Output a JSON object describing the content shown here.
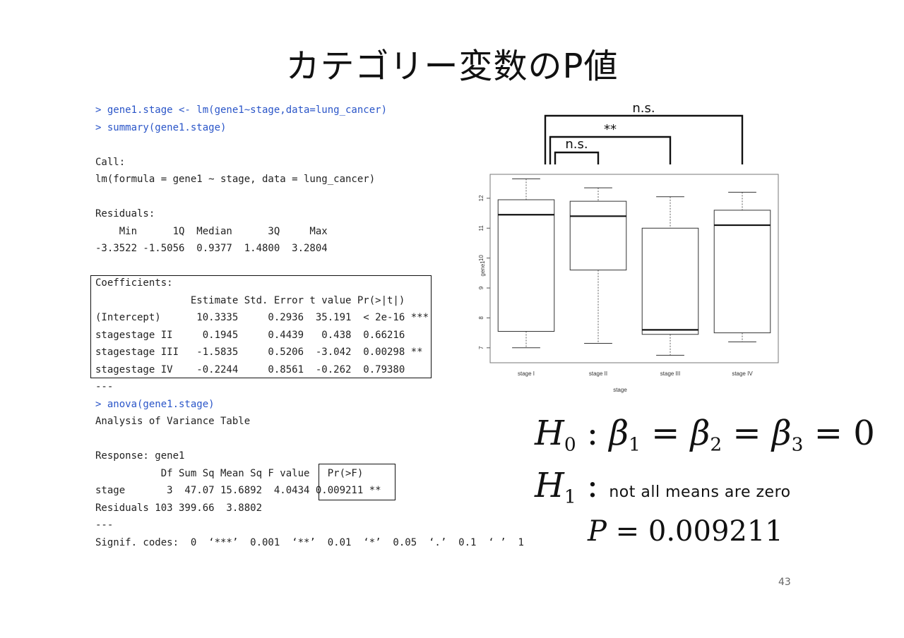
{
  "slide": {
    "title": "カテゴリー変数のP値",
    "page_number": "43"
  },
  "console": {
    "lines": [
      {
        "text": "> gene1.stage <- lm(gene1~stage,data=lung_cancer)",
        "cmd": true
      },
      {
        "text": "> summary(gene1.stage)",
        "cmd": true
      },
      {
        "text": "",
        "cmd": false
      },
      {
        "text": "Call:",
        "cmd": false
      },
      {
        "text": "lm(formula = gene1 ~ stage, data = lung_cancer)",
        "cmd": false
      },
      {
        "text": "",
        "cmd": false
      },
      {
        "text": "Residuals:",
        "cmd": false
      },
      {
        "text": "    Min      1Q  Median      3Q     Max ",
        "cmd": false
      },
      {
        "text": "-3.3522 -1.5056  0.9377  1.4800  3.2804 ",
        "cmd": false
      },
      {
        "text": "",
        "cmd": false
      },
      {
        "text": "Coefficients:",
        "cmd": false
      },
      {
        "text": "                Estimate Std. Error t value Pr(>|t|)    ",
        "cmd": false
      },
      {
        "text": "(Intercept)      10.3335     0.2936  35.191  < 2e-16 ***",
        "cmd": false
      },
      {
        "text": "stagestage II     0.1945     0.4439   0.438  0.66216    ",
        "cmd": false
      },
      {
        "text": "stagestage III   -1.5835     0.5206  -3.042  0.00298 ** ",
        "cmd": false
      },
      {
        "text": "stagestage IV    -0.2244     0.8561  -0.262  0.79380    ",
        "cmd": false
      },
      {
        "text": "---",
        "cmd": false
      },
      {
        "text": "> anova(gene1.stage)",
        "cmd": true
      },
      {
        "text": "Analysis of Variance Table",
        "cmd": false
      },
      {
        "text": "",
        "cmd": false
      },
      {
        "text": "Response: gene1",
        "cmd": false
      },
      {
        "text": "           Df Sum Sq Mean Sq F value   Pr(>F)   ",
        "cmd": false
      },
      {
        "text": "stage       3  47.07 15.6892  4.0434 0.009211 **",
        "cmd": false
      },
      {
        "text": "Residuals 103 399.66  3.8802                   ",
        "cmd": false
      },
      {
        "text": "---",
        "cmd": false
      },
      {
        "text": "Signif. codes:  0  ‘***’  0.001  ‘**’  0.01  ‘*’  0.05  ‘.’  0.1  ‘ ’  1",
        "cmd": false
      }
    ]
  },
  "chart_data": {
    "type": "box",
    "xlabel": "stage",
    "ylabel": "gene1",
    "ylim": [
      6.5,
      12.8
    ],
    "yticks": [
      7,
      8,
      9,
      10,
      11,
      12
    ],
    "categories": [
      "stage I",
      "stage II",
      "stage III",
      "stage IV"
    ],
    "boxes": [
      {
        "whisker_low": 7.0,
        "q1": 7.55,
        "median": 11.45,
        "q3": 11.95,
        "whisker_high": 12.65
      },
      {
        "whisker_low": 7.15,
        "q1": 9.6,
        "median": 11.4,
        "q3": 11.9,
        "whisker_high": 12.35
      },
      {
        "whisker_low": 6.75,
        "q1": 7.45,
        "median": 7.6,
        "q3": 11.0,
        "whisker_high": 12.05
      },
      {
        "whisker_low": 7.2,
        "q1": 7.5,
        "median": 11.1,
        "q3": 11.6,
        "whisker_high": 12.2
      }
    ],
    "significance_brackets": [
      {
        "from": 0,
        "to": 3,
        "label": "n.s."
      },
      {
        "from": 0,
        "to": 2,
        "label": "**"
      },
      {
        "from": 0,
        "to": 1,
        "label": "n.s."
      }
    ]
  },
  "hypotheses": {
    "h0_symbol": "H",
    "h0_sub": "0",
    "beta": "β",
    "b1": "1",
    "b2": "2",
    "b3": "3",
    "zero": "0",
    "h1_symbol": "H",
    "h1_sub": "1",
    "h1_text": "not all means are zero",
    "p_symbol": "P",
    "p_value": "0.009211"
  }
}
